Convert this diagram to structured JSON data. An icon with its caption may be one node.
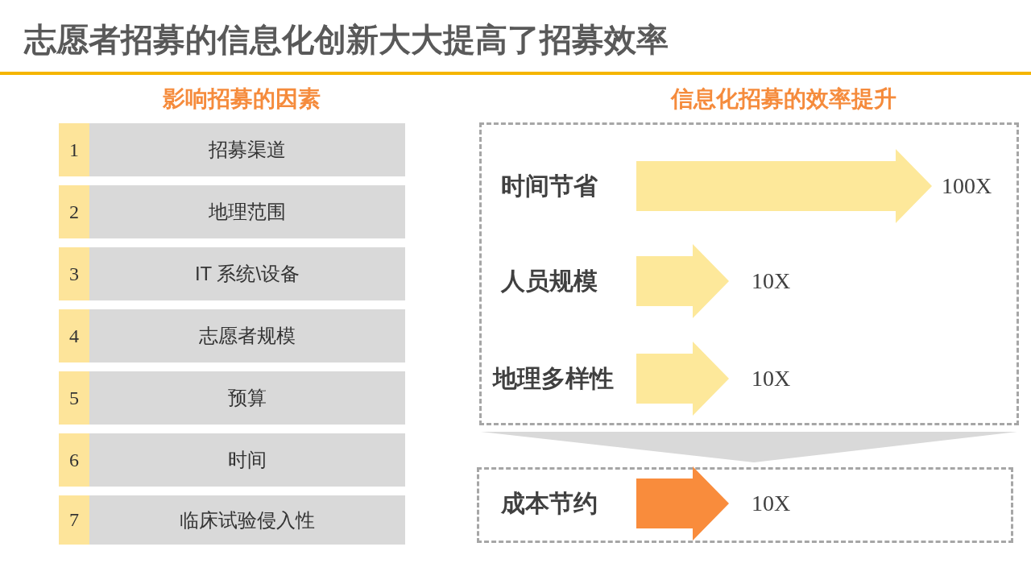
{
  "diagram": {
    "title": "志愿者招募的信息化创新大大提高了招募效率",
    "nodes": [
      {
        "text": [
          "1",
          "招募渠道"
        ]
      },
      {
        "text": [
          "2",
          "地理范围"
        ]
      },
      {
        "text": [
          "3",
          "IT 系统\\设备"
        ]
      },
      {
        "text": [
          "4",
          "志愿者规模"
        ]
      },
      {
        "text": [
          "5",
          "预算"
        ]
      },
      {
        "text": [
          "6",
          "时间"
        ]
      },
      {
        "text": [
          "7",
          "临床试验侵入性"
        ]
      },
      {
        "text": [],
        "shape": "box"
      },
      {
        "text": [
          "时间节省"
        ],
        "in": 7
      },
      {
        "text": [
          "100X"
        ],
        "in": 7
      },
      {
        "text": [
          "人员规模"
        ],
        "in": 7
      },
      {
        "text": [
          "10X"
        ],
        "in": 7
      },
      {
        "text": [
          "地理多样性"
        ],
        "in": 7
      },
      {
        "text": [
          "10X"
        ],
        "in": 7
      },
      {
        "text": [],
        "shape": "box"
      },
      {
        "text": [
          "成本节约"
        ],
        "in": 14
      },
      {
        "text": [
          "10X"
        ],
        "in": 14
      }
    ],
    "edges": [
      {
        "from": 8,
        "to": 9,
        "arrow": "to"
      },
      {
        "from": 10,
        "to": 11,
        "arrow": "to"
      },
      {
        "from": 12,
        "to": 13,
        "arrow": "to"
      },
      {
        "from": 7,
        "to": 14,
        "arrow": "to",
        "color": "#d9d9d9"
      },
      {
        "from": 15,
        "to": 16,
        "arrow": "to",
        "color": "#f98c3c"
      }
    ],
    "labels": [
      "影响招募的因素",
      "信息化招募的效率提升"
    ]
  }
}
